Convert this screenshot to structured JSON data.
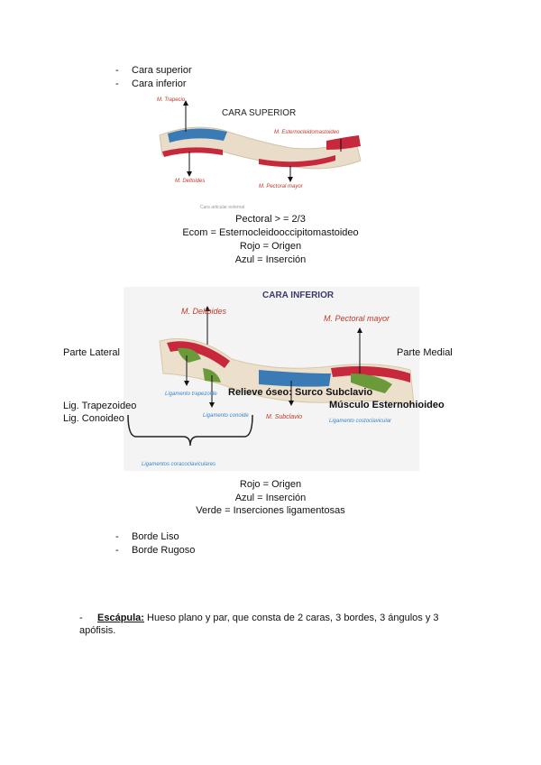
{
  "top_list": [
    "Cara superior",
    "Cara  inferior"
  ],
  "fig1": {
    "title": "CARA SUPERIOR",
    "labels": {
      "trapecio": "M. Trapecio",
      "ecom": "M. Esternocleidomastoideo",
      "deltoides": "M. Deltoides",
      "pectoral": "M. Pectoral mayor",
      "caption": "Cara articular esternal"
    },
    "colors": {
      "origin": "#c8283c",
      "insertion": "#3b7bb5",
      "bone": "#e9dcc8"
    }
  },
  "notes1": [
    "Pectoral > = 2/3",
    "Ecom = Esternocleidooccipitomastoideo",
    "Rojo = Origen",
    "Azul = Inserción"
  ],
  "fig2": {
    "title": "CARA INFERIOR",
    "labels": {
      "deltoides": "M. Deltoides",
      "pectoral": "M. Pectoral mayor",
      "trapezoide": "Ligamento trapezoide",
      "conoide": "Ligamento conoide",
      "subclavio": "M. Subclavio",
      "costoclavicular": "Ligamento costoclavicular",
      "coracoclaviculares": "Ligamentos coracoclaviculares"
    },
    "colors": {
      "ligament": "#6a9a3a"
    }
  },
  "side_labels": {
    "lateral": "Parte Lateral",
    "medial": "Parte Medial",
    "trapezoideo": "Lig. Trapezoideo",
    "conoideo": "Lig. Conoideo",
    "relieve": "Relieve óseo: Surco Subclavio",
    "esternohioideo": "Músculo Esternohioideo"
  },
  "notes2": [
    "Rojo = Origen",
    "Azul = Inserción",
    "Verde = Inserciones ligamentosas"
  ],
  "border_list": [
    "Borde Liso",
    "Borde Rugoso"
  ],
  "escapula": {
    "term": "Escápula:",
    "text": " Hueso plano y par, que consta de 2 caras, 3 bordes, 3 ángulos y 3 apófisis."
  }
}
